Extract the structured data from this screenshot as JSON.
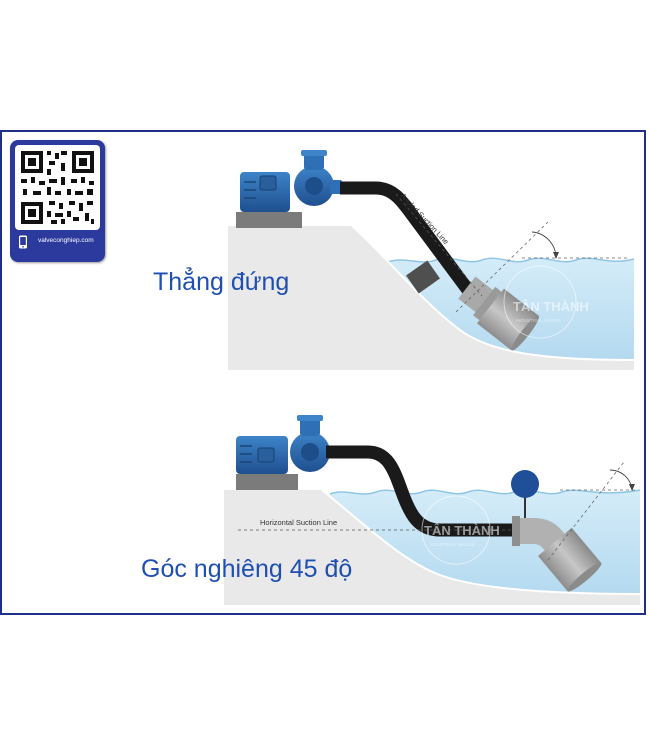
{
  "qr_card": {
    "url_text": "valveconghiep.com",
    "icon": "phone-icon"
  },
  "captions": {
    "top": "Thẳng đứng",
    "bottom": "Góc nghiêng 45 độ"
  },
  "diagram_labels": {
    "angled_suction_line": "Angled Suction Line",
    "horizontal_suction_line": "Horizontal Suction Line"
  },
  "watermark": {
    "text": "TÂN THÀNH",
    "subtext": "INDUSTRIAL VALVES"
  },
  "colors": {
    "frame": "#1f2f8a",
    "water": "#bfe0f3",
    "pump_blue": "#2f6fb6",
    "hose": "#1a1a1a",
    "ground": "#e9e9ea",
    "caption": "#1f4fb0"
  }
}
